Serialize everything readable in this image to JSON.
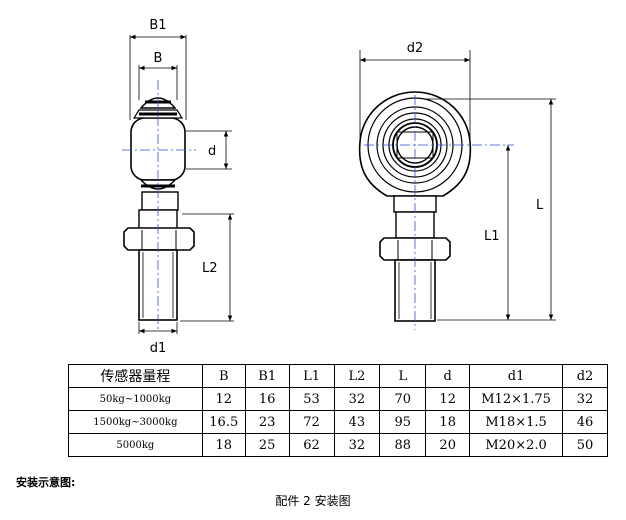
{
  "drawing": {
    "left_view": {
      "labels": {
        "B1": "B1",
        "B": "B",
        "d": "d",
        "L2": "L2",
        "d1": "d1"
      }
    },
    "right_view": {
      "labels": {
        "d2": "d2",
        "L": "L",
        "L1": "L1"
      }
    }
  },
  "table": {
    "headers": [
      "传感器量程",
      "B",
      "B1",
      "L1",
      "L2",
      "L",
      "d",
      "d1",
      "d2"
    ],
    "rows": [
      [
        "50kg~1000kg",
        "12",
        "16",
        "53",
        "32",
        "70",
        "12",
        "M12×1.75",
        "32"
      ],
      [
        "1500kg~3000kg",
        "16.5",
        "23",
        "72",
        "43",
        "95",
        "18",
        "M18×1.5",
        "46"
      ],
      [
        "5000kg",
        "18",
        "25",
        "62",
        "32",
        "88",
        "20",
        "M20×2.0",
        "50"
      ]
    ]
  },
  "footer": {
    "install_title": "安装示意图:",
    "caption": "配件 2   安装图"
  }
}
